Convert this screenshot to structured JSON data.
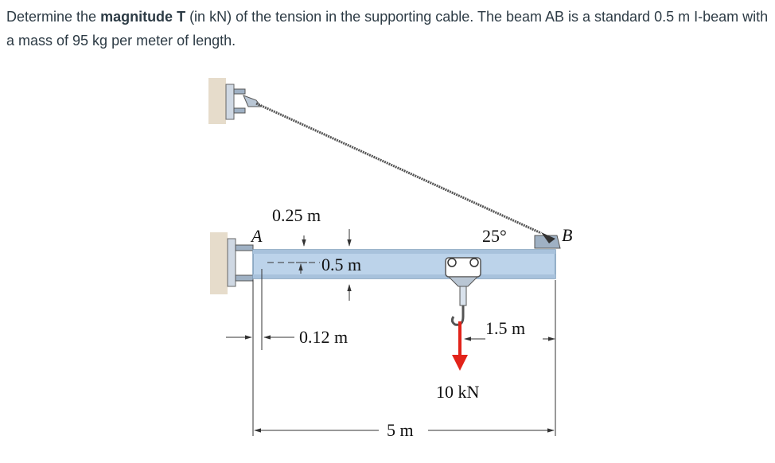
{
  "question": {
    "part1": "Determine the ",
    "bold": "magnitude T",
    "part2": " (in kN) of the tension in the supporting cable. The beam AB is a standard 0.5 m I-beam with a mass of 95 kg per meter of length."
  },
  "diagram": {
    "label_A": "A",
    "label_B": "B",
    "dim_025": "0.25 m",
    "dim_05": "0.5 m",
    "dim_012": "0.12 m",
    "dim_15": "1.5 m",
    "dim_5": "5 m",
    "angle": "25°",
    "load": "10 kN",
    "colors": {
      "beam": "#bcd3ea",
      "beam_edge": "#7c9bb8",
      "wall": "#e6dccb",
      "load_arrow": "#e2231a"
    }
  }
}
